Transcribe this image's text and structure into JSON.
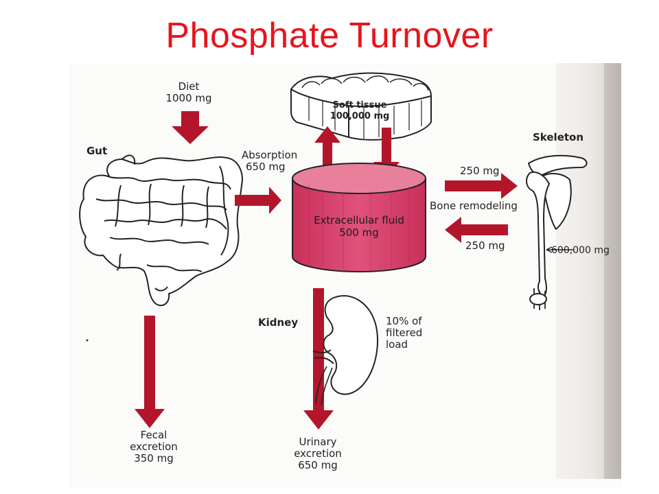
{
  "title": "Phosphate Turnover",
  "labels": {
    "diet": [
      "Diet",
      "1000 mg"
    ],
    "gut": "Gut",
    "absorption": [
      "Absorption",
      "650 mg"
    ],
    "soft_tissue": [
      "Soft tissue",
      "100,000 mg"
    ],
    "ecf": [
      "Extracellular fluid",
      "500 mg"
    ],
    "skeleton": "Skeleton",
    "to_bone": "250 mg",
    "bone_remodeling": "Bone remodeling",
    "from_bone": "250 mg",
    "skeleton_amount": "600,000 mg",
    "kidney": "Kidney",
    "filtered": [
      "10% of",
      "filtered",
      "load"
    ],
    "fecal": [
      "Fecal",
      "excretion",
      "350 mg"
    ],
    "urinary": [
      "Urinary",
      "excretion",
      "650 mg"
    ]
  },
  "colors": {
    "title": "#e8141c",
    "arrow": "#b3162a",
    "cylinder_side": "#d9426a",
    "cylinder_top": "#e8809c"
  }
}
